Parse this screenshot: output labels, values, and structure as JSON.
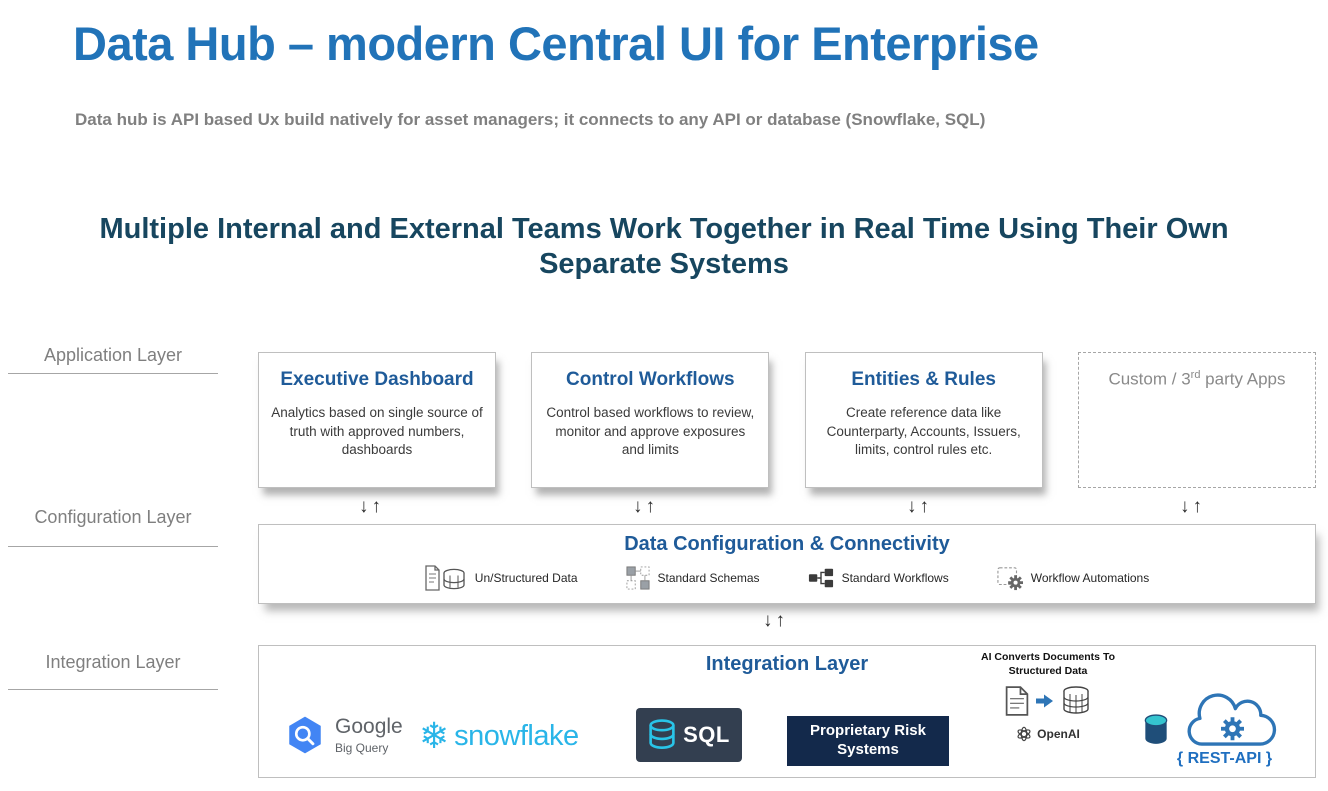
{
  "slide": {
    "title": "Data Hub – modern Central UI for Enterprise",
    "subtitle": "Data hub is API based Ux build natively for asset managers; it connects to any API or database (Snowflake, SQL)",
    "heading": "Multiple Internal and External Teams Work Together in Real Time Using Their Own Separate Systems"
  },
  "layers": {
    "application": "Application Layer",
    "configuration": "Configuration Layer",
    "integration": "Integration Layer"
  },
  "app_boxes": [
    {
      "title": "Executive Dashboard",
      "body": "Analytics based on single source of truth with approved numbers, dashboards"
    },
    {
      "title": "Control Workflows",
      "body": "Control based workflows to review, monitor and approve exposures and limits"
    },
    {
      "title": "Entities & Rules",
      "body": "Create reference data like Counterparty, Accounts, Issuers, limits, control rules etc."
    },
    {
      "title_prefix": "Custom / 3",
      "title_sup": "rd",
      "title_suffix": " party Apps"
    }
  ],
  "glyphs": {
    "updown": "↓↑",
    "snowflake": "❄"
  },
  "config_box": {
    "title": "Data Configuration & Connectivity",
    "items": [
      {
        "label": "Un/Structured Data"
      },
      {
        "label": "Standard Schemas"
      },
      {
        "label": "Standard Workflows"
      },
      {
        "label": "Workflow Automations"
      }
    ]
  },
  "integration_box": {
    "title": "Integration Layer",
    "google_name": "Google",
    "google_sub": "Big Query",
    "snowflake_label": "snowflake",
    "sql_label": "SQL",
    "risk_label": "Proprietary Risk Systems",
    "ai_caption": "AI Converts Documents To Structured Data",
    "openai_label": "OpenAI",
    "restapi_label": "{ REST-API }"
  },
  "colors": {
    "accent_blue": "#2173B8",
    "box_title_blue": "#1F5B99",
    "snowflake_blue": "#29B5E8",
    "dark_navy": "#13294B",
    "sql_slate": "#333F50"
  }
}
